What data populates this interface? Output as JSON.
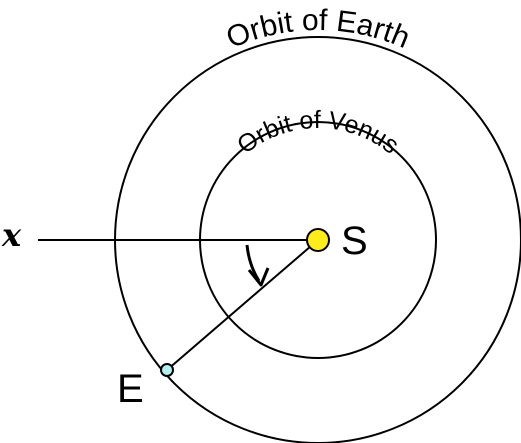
{
  "diagram": {
    "earth_orbit_label": "Orbit of Earth",
    "venus_orbit_label": "Orbit of Venus",
    "sun_label": "S",
    "earth_label": "E",
    "axis_label": "x",
    "colors": {
      "sun_fill": "#ffec1a",
      "earth_fill": "#b3f0f0",
      "stroke": "#000000",
      "background": "#ffffff"
    }
  }
}
